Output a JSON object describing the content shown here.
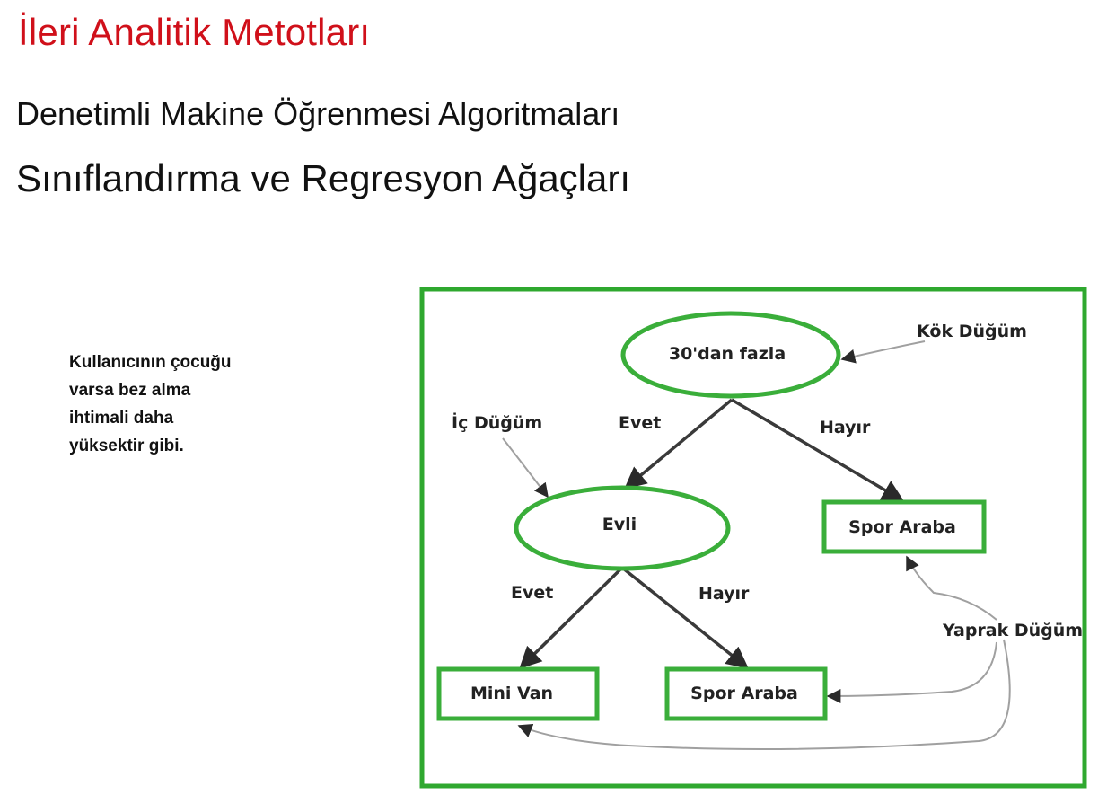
{
  "header": {
    "title": "İleri Analitik Metotları",
    "subtitle_1": "Denetimli Makine Öğrenmesi Algoritmaları",
    "subtitle_2": "Sınıflandırma ve Regresyon Ağaçları"
  },
  "side_note": "Kullanıcının çocuğu\nvarsa bez alma\nihtimali daha\nyüksektir gibi.",
  "diagram": {
    "nodes": {
      "root": "30'dan fazla",
      "internal": "Evli",
      "leaf_sport_top": "Spor Araba",
      "leaf_minivan": "Mini Van",
      "leaf_sport_bottom": "Spor Araba"
    },
    "edges": {
      "root_yes": "Evet",
      "root_no": "Hayır",
      "internal_yes": "Evet",
      "internal_no": "Hayır"
    },
    "annotations": {
      "root_node": "Kök Düğüm",
      "internal_node": "İç Düğüm",
      "leaf_node": "Yaprak Düğüm"
    },
    "colors": {
      "border": "#2fa82f",
      "node_outline": "#3aae3a",
      "edge": "#3a3a3a",
      "pointer": "#9a9a9a"
    }
  }
}
